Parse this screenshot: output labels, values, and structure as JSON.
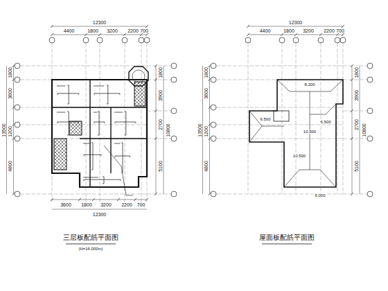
{
  "diagram": {
    "labels": [
      "12300",
      "4400",
      "1800",
      "3200",
      "2200",
      "700",
      "1800",
      "3600",
      "1200",
      "4800",
      "13500",
      "1800",
      "3900",
      "2700",
      "5100",
      "10800",
      "3600",
      "1800",
      "3200",
      "2200",
      "700",
      "12300",
      "三层板配筋平面图",
      "(H=16.000m)",
      "12300",
      "4400",
      "1800",
      "3200",
      "2200",
      "700",
      "1800",
      "3600",
      "1200",
      "4800",
      "13500",
      "1800",
      "3900",
      "2700",
      "5100",
      "10800",
      "8.200",
      "10.500",
      "6.500",
      "6.500",
      "10.500",
      "6.000",
      "屋面板配筋平面图"
    ]
  }
}
